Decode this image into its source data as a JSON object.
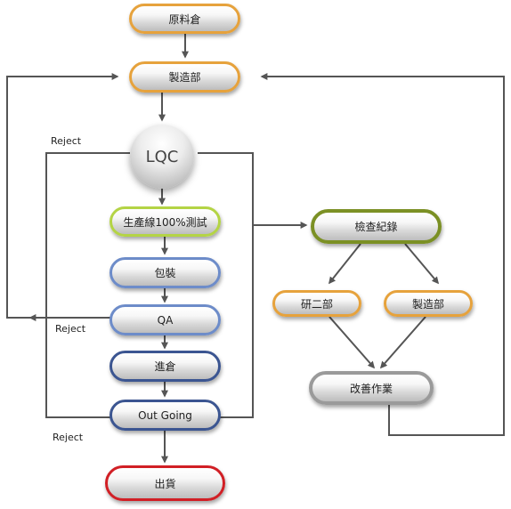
{
  "nodes": {
    "raw_warehouse": "原料倉",
    "manufacturing_top": "製造部",
    "lqc": "LQC",
    "line_test": "生產線100%測試",
    "packaging": "包裝",
    "qa": "QA",
    "stock_in": "進倉",
    "outgoing": "Out Going",
    "shipping": "出貨",
    "inspection_record": "檢查紀錄",
    "rd2": "研二部",
    "manufacturing_right": "製造部",
    "improvement": "改善作業"
  },
  "labels": {
    "reject_lqc": "Reject",
    "reject_qa": "Reject",
    "reject_outgoing": "Reject"
  },
  "colors": {
    "connector": "#555555",
    "orange": "#e6a23c",
    "lime": "#b4d445",
    "blue": "#6d8cc9",
    "navy": "#3b5591",
    "red": "#d11f25",
    "olive": "#7b9024",
    "grey": "#9a9a9a"
  }
}
